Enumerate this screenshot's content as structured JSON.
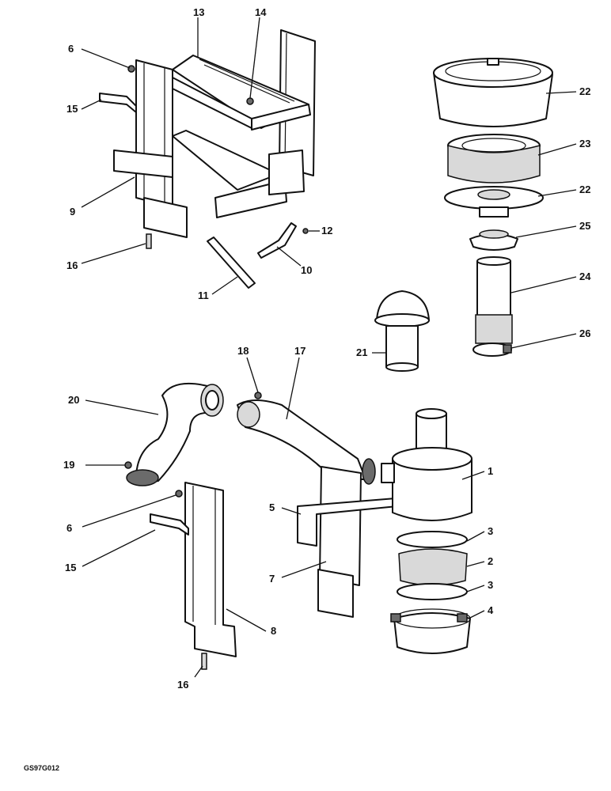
{
  "figure_code": "GS97G012",
  "callouts": [
    {
      "id": "c1",
      "label": "1"
    },
    {
      "id": "c2",
      "label": "2"
    },
    {
      "id": "c3a",
      "label": "3"
    },
    {
      "id": "c3b",
      "label": "3"
    },
    {
      "id": "c4",
      "label": "4"
    },
    {
      "id": "c5",
      "label": "5"
    },
    {
      "id": "c6a",
      "label": "6"
    },
    {
      "id": "c6b",
      "label": "6"
    },
    {
      "id": "c7",
      "label": "7"
    },
    {
      "id": "c8",
      "label": "8"
    },
    {
      "id": "c9",
      "label": "9"
    },
    {
      "id": "c10",
      "label": "10"
    },
    {
      "id": "c11",
      "label": "11"
    },
    {
      "id": "c12",
      "label": "12"
    },
    {
      "id": "c13",
      "label": "13"
    },
    {
      "id": "c14",
      "label": "14"
    },
    {
      "id": "c15a",
      "label": "15"
    },
    {
      "id": "c15b",
      "label": "15"
    },
    {
      "id": "c16a",
      "label": "16"
    },
    {
      "id": "c16b",
      "label": "16"
    },
    {
      "id": "c17",
      "label": "17"
    },
    {
      "id": "c18",
      "label": "18"
    },
    {
      "id": "c19",
      "label": "19"
    },
    {
      "id": "c20",
      "label": "20"
    },
    {
      "id": "c21",
      "label": "21"
    },
    {
      "id": "c22a",
      "label": "22"
    },
    {
      "id": "c22b",
      "label": "22"
    },
    {
      "id": "c23",
      "label": "23"
    },
    {
      "id": "c24",
      "label": "24"
    },
    {
      "id": "c25",
      "label": "25"
    },
    {
      "id": "c26",
      "label": "26"
    }
  ]
}
